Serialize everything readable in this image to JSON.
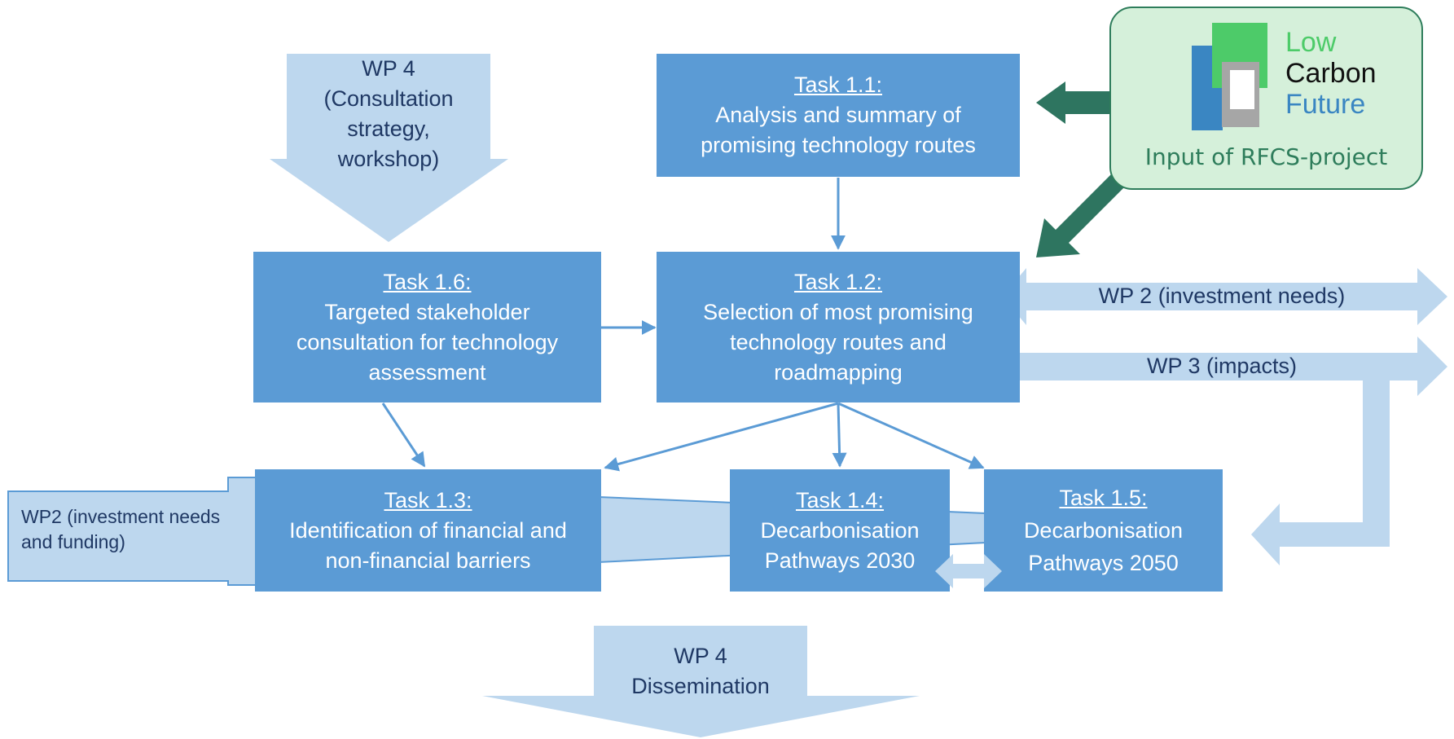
{
  "tasks": {
    "t11": {
      "title": "Task 1.1:",
      "lines": [
        "Analysis and summary of",
        "promising technology routes"
      ]
    },
    "t12": {
      "title": "Task 1.2:",
      "lines": [
        "Selection of most promising",
        "technology routes and",
        "roadmapping"
      ]
    },
    "t13": {
      "title": "Task 1.3:",
      "lines": [
        "Identification of financial and",
        "non-financial barriers"
      ]
    },
    "t14": {
      "title": "Task 1.4:",
      "lines": [
        "Decarbonisation",
        "Pathways 2030"
      ]
    },
    "t15": {
      "title": "Task 1.5:",
      "lines": [
        "Decarbonisation",
        "Pathways 2050"
      ]
    },
    "t16": {
      "title": "Task 1.6:",
      "lines": [
        "Targeted stakeholder",
        "consultation for technology",
        "assessment"
      ]
    }
  },
  "arrows": {
    "wp4_consult": [
      "WP 4",
      "(Consultation",
      "strategy,",
      "workshop)"
    ],
    "wp4_dissem": [
      "WP 4",
      "Dissemination"
    ],
    "wp2_invest": "WP 2 (investment needs)",
    "wp3_impacts": "WP 3 (impacts)",
    "wp2_funding": [
      "WP2 (investment needs",
      "and funding)"
    ]
  },
  "logo": {
    "words": [
      "Low",
      "Carbon",
      "Future"
    ],
    "caption": "Input of RFCS-project"
  },
  "colors": {
    "task_box": "#5B9BD5",
    "light_arrow": "#BDD7EE",
    "text_dark": "#1F3864",
    "connector": "#5B9BD5",
    "logo_arrow": "#2E7560",
    "logo_bg": "#D5F0DA"
  }
}
